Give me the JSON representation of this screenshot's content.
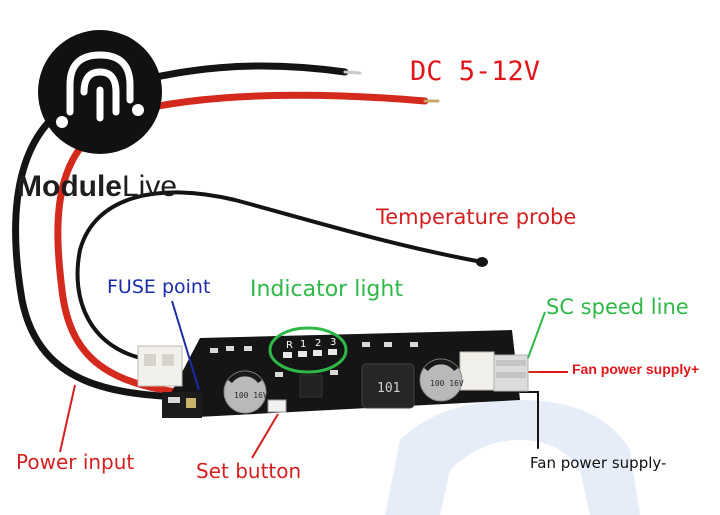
{
  "labels": {
    "voltage": "DC 5-12V",
    "temperature_probe": "Temperature probe",
    "fuse_point": "FUSE point",
    "indicator_light": "Indicator light",
    "sc_speed_line": "SC speed line",
    "fan_power_plus": "Fan power supply+",
    "power_input": "Power input",
    "set_button": "Set button",
    "fan_power_minus": "Fan power supply-"
  },
  "brand": {
    "name_bold": "Module",
    "name_light": "Live"
  },
  "board": {
    "led_labels": [
      "R",
      "1",
      "2",
      "3"
    ],
    "cap_left_marking": "100 16V",
    "cap_right_marking": "100 16V",
    "inductor_marking": "101"
  },
  "icons": {
    "logo": "module-live-logo-icon",
    "watermark": "watermark-logo-icon"
  },
  "colors": {
    "red_label": "#e0161b",
    "blue_label": "#1a2ca8",
    "green_label": "#2fb847",
    "black_label": "#111111",
    "pcb": "#151515",
    "wire_red": "#d42a1e",
    "wire_black": "#141414"
  }
}
